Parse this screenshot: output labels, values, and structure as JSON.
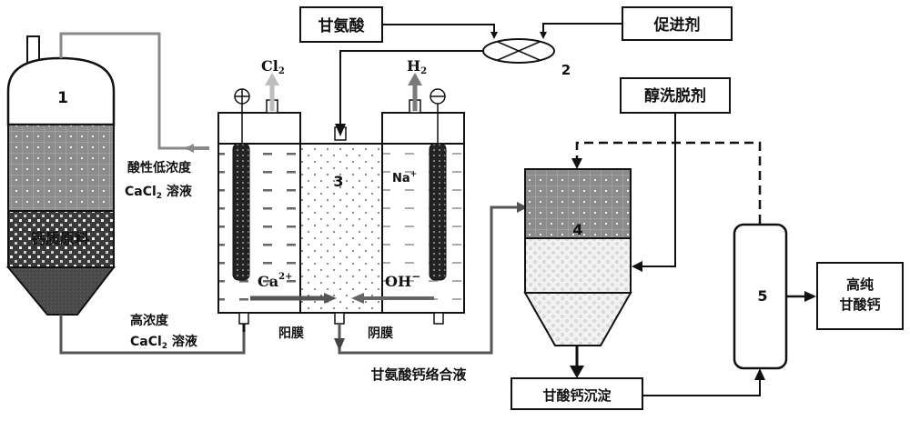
{
  "diagram": {
    "units": {
      "reactor_1": {
        "number": "1",
        "material_label": "钙质原料"
      },
      "mixer_2": {
        "number": "2"
      },
      "electrolyzer_3": {
        "number": "3",
        "anode_gas": "Cl",
        "anode_gas_sub": "2",
        "cathode_gas": "H",
        "cathode_gas_sub": "2",
        "anode_sign": "+",
        "cathode_sign": "−",
        "ion_left": "Ca",
        "ion_left_sup": "2+",
        "ion_right": "OH",
        "ion_right_sup": "−",
        "ion_na": "Na",
        "ion_na_sup": "+",
        "cation_membrane": "阳膜",
        "anion_membrane": "阴膜"
      },
      "crystallizer_4": {
        "number": "4"
      },
      "column_5": {
        "number": "5"
      }
    },
    "boxes": {
      "glycine": "甘氨酸",
      "promoter": "促进剂",
      "alcohol_eluent": "醇洗脱剂",
      "precipitate": "甘酸钙沉淀",
      "product_line1": "高纯",
      "product_line2": "甘酸钙"
    },
    "stream_labels": {
      "acid_low_line1": "酸性低浓度",
      "acid_low_line2_prefix": "CaCl",
      "acid_low_line2_sub": "2",
      "acid_low_line2_suffix": " 溶液",
      "high_conc_line1": "高浓度",
      "high_conc_line2_prefix": "CaCl",
      "high_conc_line2_sub": "2",
      "high_conc_line2_suffix": " 溶液",
      "complex_solution": "甘氨酸钙络合液"
    },
    "colors": {
      "line": "#111111",
      "gray_line": "#8a8a8a",
      "dark_fill": "#4a4a4a",
      "mesh_fill": "#8c8c8c",
      "light_fill": "#e6e6e6"
    }
  }
}
